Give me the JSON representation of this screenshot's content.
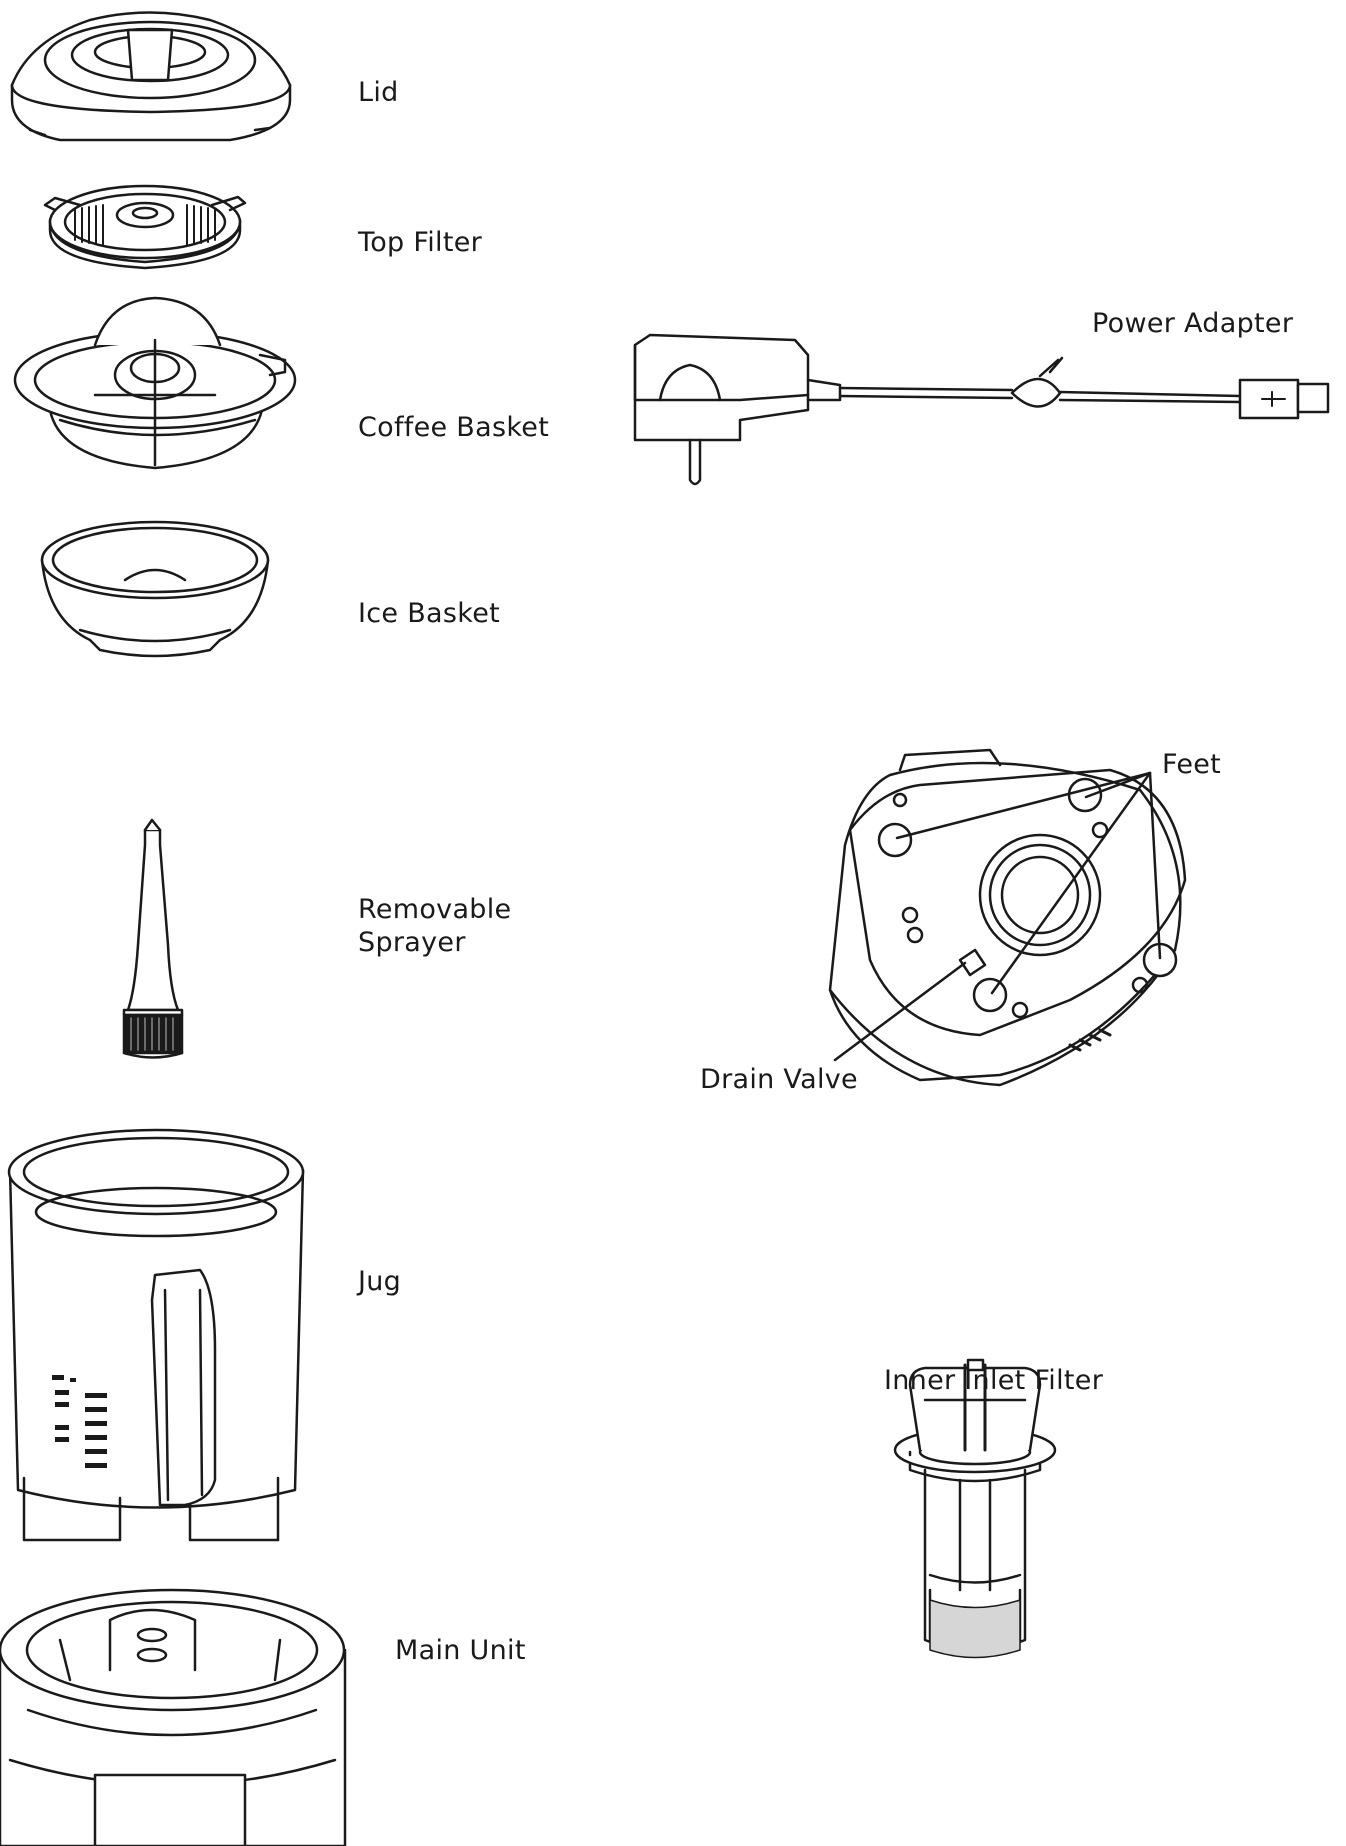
{
  "labels": {
    "lid": "Lid",
    "top_filter": "Top Filter",
    "coffee_basket": "Coffee Basket",
    "ice_basket": "Ice Basket",
    "removable_sprayer_line1": "Removable",
    "removable_sprayer_line2": "Sprayer",
    "jug": "Jug",
    "main_unit": "Main Unit",
    "power_adapter": "Power Adapter",
    "feet": "Feet",
    "drain_valve": "Drain Valve",
    "inner_inlet_filter": "Inner Inlet Filter"
  },
  "colors": {
    "line": "#1a1a1a",
    "fill": "#ffffff",
    "shade": "#d6d6d6"
  }
}
